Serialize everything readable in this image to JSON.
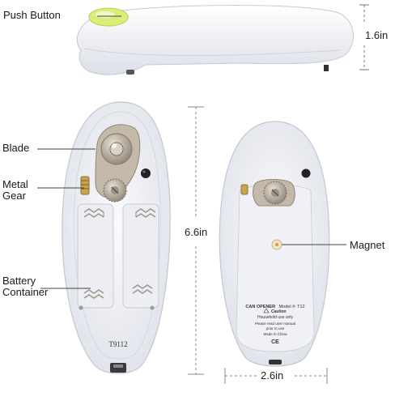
{
  "labels": {
    "push_button": "Push Button",
    "blade": "Blade",
    "metal_gear": "Metal Gear",
    "battery_container": "Battery Container",
    "magnet": "Magnet"
  },
  "dimensions": {
    "height": "1.6in",
    "length": "6.6in",
    "width": "2.6in"
  },
  "product": {
    "model_code": "T9112",
    "sticker_title": "CAN OPENER",
    "sticker_model": "Model #: T12",
    "sticker_caution": "Caution",
    "sticker_line1": "Household use only",
    "sticker_line2": "Please read user manual",
    "sticker_line3": "prior to use",
    "sticker_line4": "Made in China"
  },
  "colors": {
    "body": "#f4f5fa",
    "button": "#d9ef7a",
    "metal": "#b8ad9c",
    "spring": "#a09a90"
  }
}
